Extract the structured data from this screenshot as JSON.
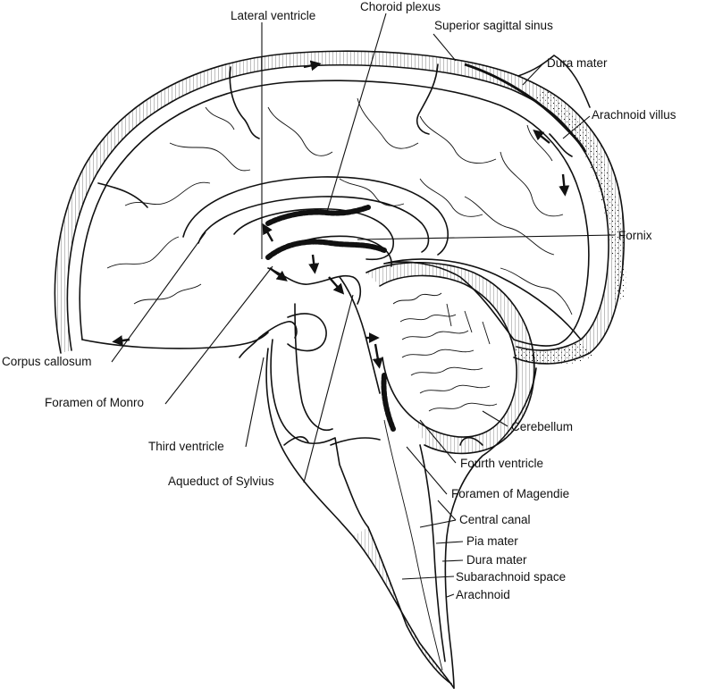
{
  "labels": {
    "lateral_ventricle": "Lateral ventricle",
    "choroid_plexus": "Choroid plexus",
    "superior_sagittal_sinus": "Superior sagittal sinus",
    "dura_mater_top": "Dura mater",
    "arachnoid_villus": "Arachnoid  villus",
    "fornix": "Fornix",
    "corpus_callosum": "Corpus callosum",
    "foramen_of_monro": "Foramen of Monro",
    "cerebellum": "Cerebellum",
    "third_ventricle": "Third ventricle",
    "fourth_ventricle": "Fourth ventricle",
    "aqueduct_of_sylvius": "Aqueduct of Sylvius",
    "foramen_of_magendie": "Foramen of Magendie",
    "central_canal": "Central canal",
    "pia_mater": "Pia mater",
    "dura_mater_bottom": "Dura mater",
    "subarachnoid_space": "Subarachnoid space",
    "arachnoid": "Arachnoid"
  }
}
